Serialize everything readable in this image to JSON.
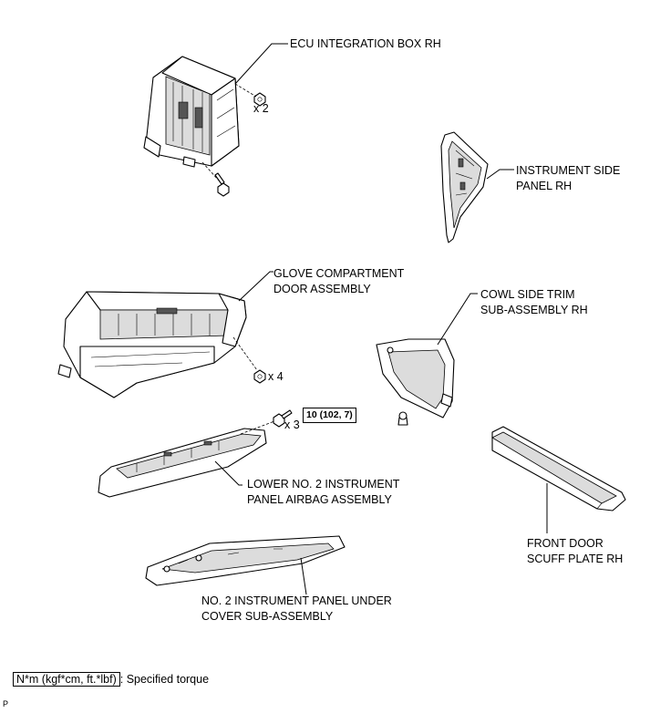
{
  "labels": {
    "ecu_box": "ECU INTEGRATION BOX RH",
    "side_panel_1": "INSTRUMENT SIDE",
    "side_panel_2": "PANEL RH",
    "glove_1": "GLOVE COMPARTMENT",
    "glove_2": "DOOR ASSEMBLY",
    "cowl_1": "COWL SIDE TRIM",
    "cowl_2": "SUB-ASSEMBLY RH",
    "airbag_1": "LOWER NO. 2 INSTRUMENT",
    "airbag_2": "PANEL AIRBAG ASSEMBLY",
    "scuff_1": "FRONT DOOR",
    "scuff_2": "SCUFF PLATE RH",
    "under_1": "NO. 2 INSTRUMENT PANEL UNDER",
    "under_2": "COVER SUB-ASSEMBLY"
  },
  "quantities": {
    "ecu_nuts": "x 2",
    "glove_screws": "x 4",
    "airbag_bolts": "x 3"
  },
  "torque": {
    "airbag_bolts": "10 (102, 7)"
  },
  "legend": {
    "unit": "N*m (kgf*cm, ft.*lbf)",
    "text": ": Specified torque"
  },
  "footer_code": "P"
}
